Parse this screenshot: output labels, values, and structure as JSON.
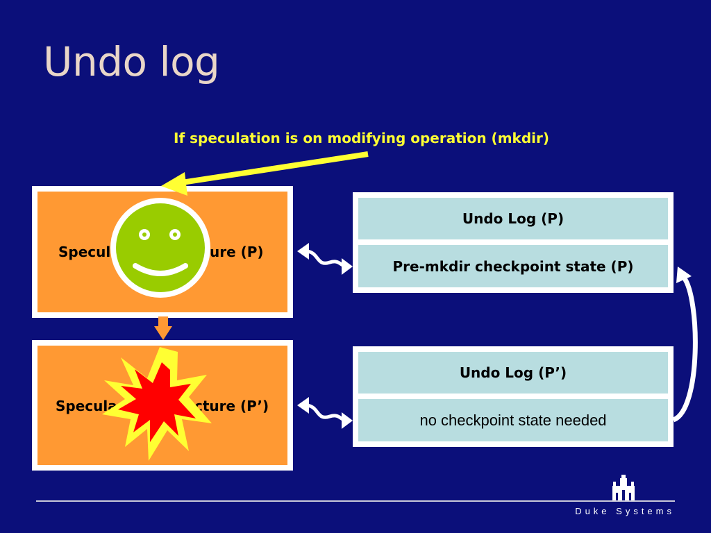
{
  "slide": {
    "title": "Undo log",
    "callout": "If speculation is on modifying operation (mkdir)"
  },
  "spec_boxes": [
    {
      "label_left": "Specul",
      "label_right": "ure (P)"
    },
    {
      "label_left": "Specula",
      "label_right": "cture (P’)"
    }
  ],
  "undo_logs": [
    {
      "header": "Undo Log (P)",
      "state": "Pre-mkdir checkpoint state (P)"
    },
    {
      "header": "Undo Log (P’)",
      "state": "no checkpoint state needed"
    }
  ],
  "footer": {
    "brand": "Duke Systems"
  },
  "colors": {
    "background": "#0b0f7a",
    "title": "#e9d6c8",
    "callout": "#ffff33",
    "spec_fill": "#ff9933",
    "log_fill": "#b8dde0",
    "smiley": "#99cc00",
    "starburst_outer": "#ffff33",
    "starburst_inner": "#ff0000"
  },
  "icons": [
    "smiley-icon",
    "starburst-icon",
    "duke-chapel-icon"
  ]
}
